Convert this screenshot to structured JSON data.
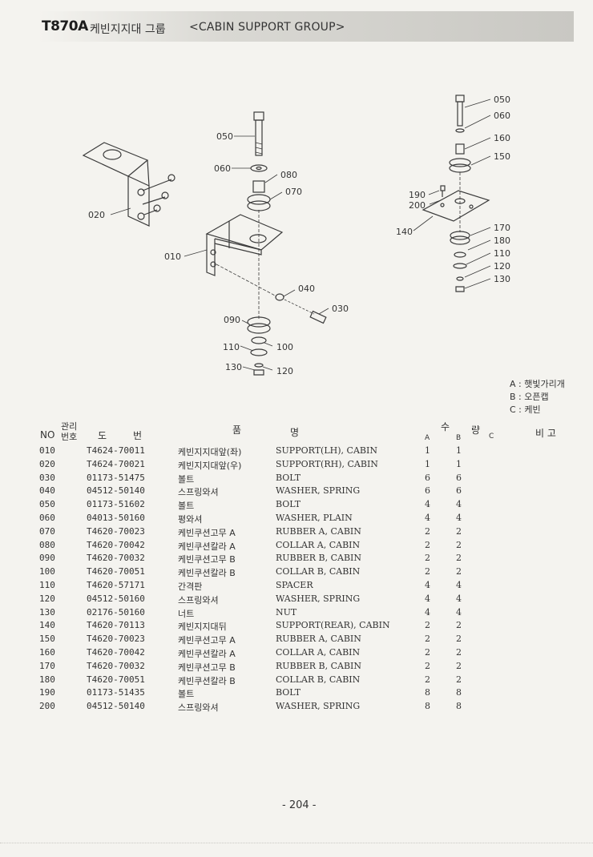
{
  "header": {
    "model": "T870A",
    "title_ko": "케빈지지대 그룹",
    "title_en": "<CABIN SUPPORT GROUP>"
  },
  "callouts": {
    "left": {
      "c020": "020"
    },
    "middle": {
      "c050": "050",
      "c060": "060",
      "c080": "080",
      "c070": "070",
      "c010": "010",
      "c040": "040",
      "c030": "030",
      "c090": "090",
      "c110": "110",
      "c100": "100",
      "c130": "130",
      "c120": "120"
    },
    "right": {
      "c050": "050",
      "c060": "060",
      "c160": "160",
      "c150": "150",
      "c190": "190",
      "c200": "200",
      "c140": "140",
      "c170": "170",
      "c180": "180",
      "c110": "110",
      "c120": "120",
      "c130": "130"
    }
  },
  "legend": {
    "a": "A : 햇빛가리개",
    "b": "B : 오픈캡",
    "c": "C : 케빈"
  },
  "table_header": {
    "no": "NO",
    "mgmt_top": "관리",
    "mgmt_bottom": "번호",
    "drawing": "도",
    "number": "번",
    "item": "품",
    "name": "명",
    "qty_su": "수",
    "qty_ryang": "량",
    "col_a": "A",
    "col_b": "B",
    "col_c": "C",
    "remarks": "비 고"
  },
  "rows": [
    {
      "no": "010",
      "part": "T4624-70011",
      "ko": "케빈지지대앞(좌)",
      "en": "SUPPORT(LH), CABIN",
      "a": "1",
      "b": "1"
    },
    {
      "no": "020",
      "part": "T4624-70021",
      "ko": "케빈지지대앞(우)",
      "en": "SUPPORT(RH), CABIN",
      "a": "1",
      "b": "1"
    },
    {
      "no": "030",
      "part": "01173-51475",
      "ko": "볼트",
      "en": "BOLT",
      "a": "6",
      "b": "6"
    },
    {
      "no": "040",
      "part": "04512-50140",
      "ko": "스프링와셔",
      "en": "WASHER, SPRING",
      "a": "6",
      "b": "6"
    },
    {
      "no": "050",
      "part": "01173-51602",
      "ko": "볼트",
      "en": "BOLT",
      "a": "4",
      "b": "4"
    },
    {
      "no": "060",
      "part": "04013-50160",
      "ko": "평와셔",
      "en": "WASHER, PLAIN",
      "a": "4",
      "b": "4"
    },
    {
      "no": "070",
      "part": "T4620-70023",
      "ko": "케빈쿠션고무 A",
      "en": "RUBBER A, CABIN",
      "a": "2",
      "b": "2"
    },
    {
      "no": "080",
      "part": "T4620-70042",
      "ko": "케빈쿠션칼라 A",
      "en": "COLLAR A, CABIN",
      "a": "2",
      "b": "2"
    },
    {
      "no": "090",
      "part": "T4620-70032",
      "ko": "케빈쿠션고무 B",
      "en": "RUBBER B, CABIN",
      "a": "2",
      "b": "2"
    },
    {
      "no": "100",
      "part": "T4620-70051",
      "ko": "케빈쿠션칼라 B",
      "en": "COLLAR B, CABIN",
      "a": "2",
      "b": "2"
    },
    {
      "no": "110",
      "part": "T4620-57171",
      "ko": "간격판",
      "en": "SPACER",
      "a": "4",
      "b": "4"
    },
    {
      "no": "120",
      "part": "04512-50160",
      "ko": "스프링와셔",
      "en": "WASHER, SPRING",
      "a": "4",
      "b": "4"
    },
    {
      "no": "130",
      "part": "02176-50160",
      "ko": "너트",
      "en": "NUT",
      "a": "4",
      "b": "4"
    },
    {
      "no": "140",
      "part": "T4620-70113",
      "ko": "케빈지지대뒤",
      "en": "SUPPORT(REAR), CABIN",
      "a": "2",
      "b": "2"
    },
    {
      "no": "150",
      "part": "T4620-70023",
      "ko": "케빈쿠션고무 A",
      "en": "RUBBER A, CABIN",
      "a": "2",
      "b": "2"
    },
    {
      "no": "160",
      "part": "T4620-70042",
      "ko": "케빈쿠션칼라 A",
      "en": "COLLAR A, CABIN",
      "a": "2",
      "b": "2"
    },
    {
      "no": "170",
      "part": "T4620-70032",
      "ko": "케빈쿠션고무 B",
      "en": "RUBBER B, CABIN",
      "a": "2",
      "b": "2"
    },
    {
      "no": "180",
      "part": "T4620-70051",
      "ko": "케빈쿠션칼라 B",
      "en": "COLLAR B, CABIN",
      "a": "2",
      "b": "2"
    },
    {
      "no": "190",
      "part": "01173-51435",
      "ko": "볼트",
      "en": "BOLT",
      "a": "8",
      "b": "8"
    },
    {
      "no": "200",
      "part": "04512-50140",
      "ko": "스프링와셔",
      "en": "WASHER, SPRING",
      "a": "8",
      "b": "8"
    }
  ],
  "page_number": "- 204 -"
}
